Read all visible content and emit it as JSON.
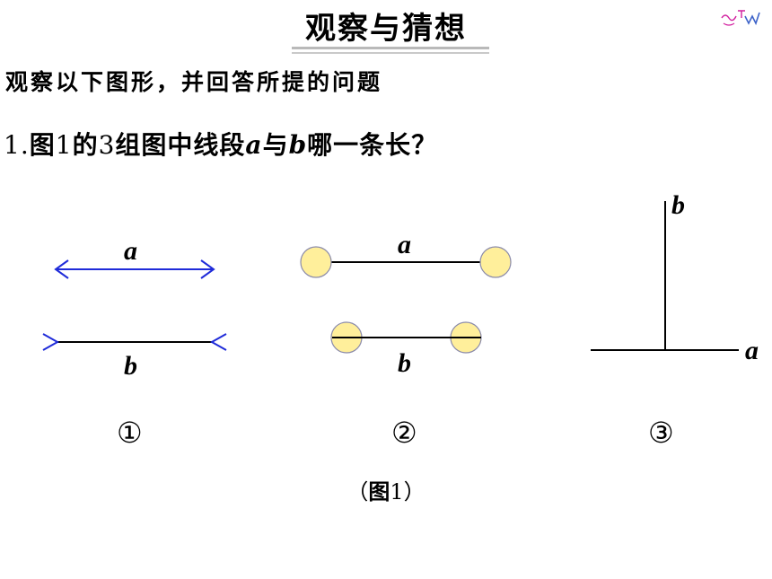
{
  "title": "观察与猜想",
  "instruction": "观察以下图形，并回答所提的问题",
  "question": {
    "number": "1.",
    "text_1": "图",
    "fig_no": "1",
    "text_2": "的",
    "group_count": "3",
    "text_3": "组图中线段",
    "seg_a": "a",
    "text_4": "与",
    "seg_b": "b",
    "text_5": "哪一条长",
    "mark": "？"
  },
  "figures": [
    {
      "label_a": "a",
      "label_b": "b",
      "number": "①"
    },
    {
      "label_a": "a",
      "label_b": "b",
      "number": "②"
    },
    {
      "label_a": "a",
      "label_b": "b",
      "number": "③"
    }
  ],
  "caption": {
    "open": "（",
    "text": "图",
    "num": "1",
    "close": "）"
  },
  "colors": {
    "arrow_blue": "#1f2bd9",
    "circle_fill": "#ffef9b",
    "circle_stroke": "#8a8aaa",
    "title_underline": "#b9b9b9",
    "logo_pink": "#d21f9f",
    "logo_blue": "#3d63c9"
  }
}
